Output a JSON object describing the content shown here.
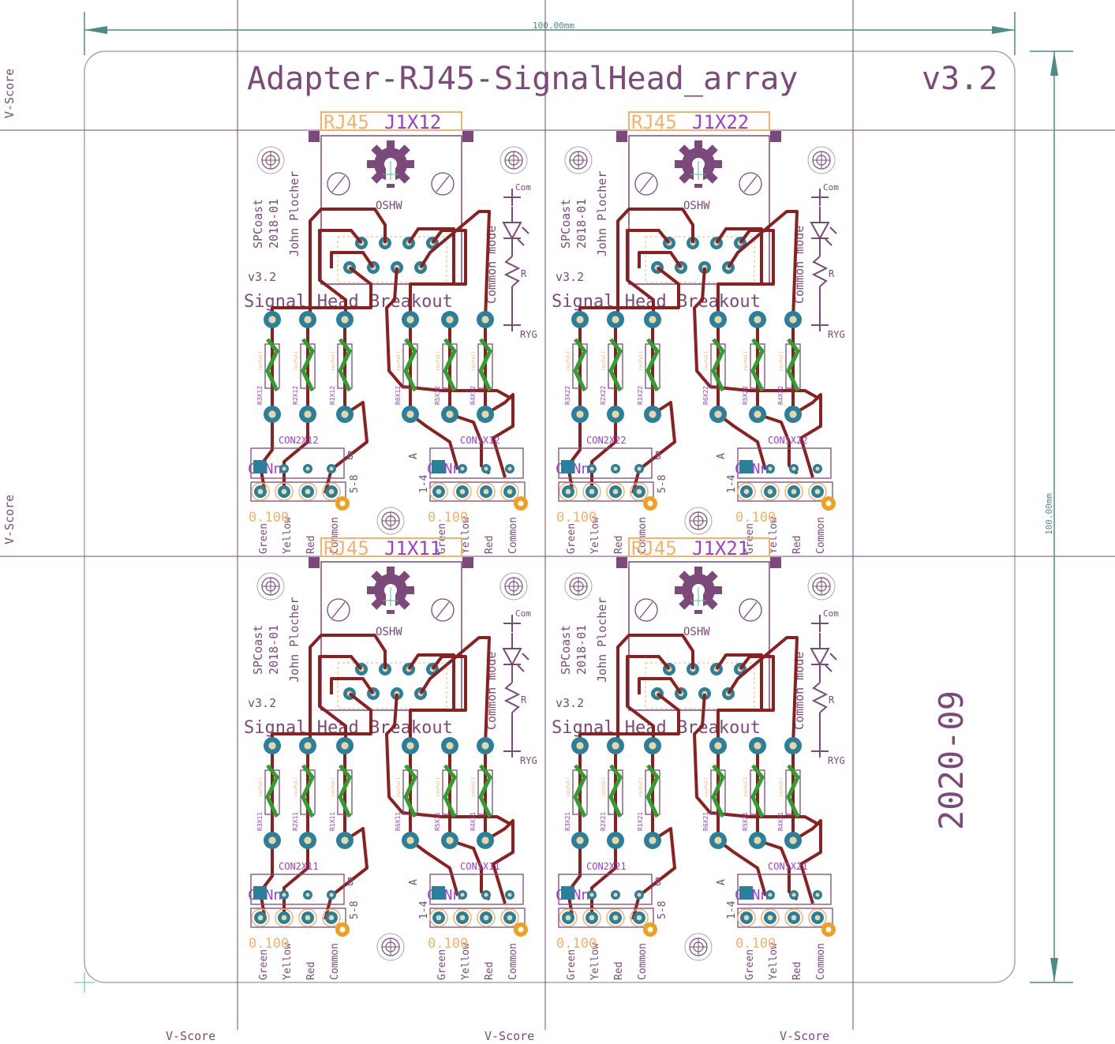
{
  "title": "Adapter-RJ45-SignalHead_array",
  "version": "v3.2",
  "date": "2020-09",
  "dim_horizontal": "100.00mm",
  "dim_vertical": "100.00mm",
  "vscore_label": "V-Score",
  "colors": {
    "outline": "#a8a8a8",
    "silk": "#7b4a7b",
    "trace": "#8b2020",
    "pad": "#2a7f9a",
    "part": "#9a3fcf",
    "ref": "#f7b16a",
    "dim": "#4f8a86",
    "green": "#2fa02f"
  },
  "tile": {
    "credit": [
      "SPCoast",
      "2018-01",
      "John Plocher"
    ],
    "version": "v3.2",
    "breakout": "Signal Head Breakout",
    "common_mode": "Common mode",
    "oshw": "OSHW",
    "rj45": "RJ45",
    "com": "Com",
    "r": "R",
    "ryg": "RYG",
    "con_ref": "CON",
    "pitch": "0.100",
    "group_b": "B",
    "group_a": "A",
    "range_58": "5-8",
    "range_14": "1-4",
    "wires": [
      "Green",
      "Yellow",
      "Red",
      "Common"
    ],
    "resistor_value": "rocPull"
  },
  "panels": [
    {
      "id": "12",
      "jack": "J1X12",
      "con_left": "CON2X12",
      "con_right": "CON1X12",
      "res": [
        "R3X12",
        "R2X12",
        "R1X12",
        "R6X12",
        "R5X12",
        "R4X12"
      ]
    },
    {
      "id": "22",
      "jack": "J1X22",
      "con_left": "CON2X22",
      "con_right": "CON1X22",
      "res": [
        "R3X22",
        "R2X22",
        "R1X22",
        "R6X22",
        "R5X22",
        "R4X22"
      ]
    },
    {
      "id": "11",
      "jack": "J1X11",
      "con_left": "CON2X11",
      "con_right": "CON1X11",
      "res": [
        "R3X11",
        "R2X11",
        "R1X11",
        "R6X11",
        "R5X11",
        "R4X11"
      ]
    },
    {
      "id": "21",
      "jack": "J1X21",
      "con_left": "CON2X21",
      "con_right": "CON1X21",
      "res": [
        "R3X21",
        "R2X21",
        "R1X21",
        "R6X21",
        "R5X21",
        "R4X21"
      ]
    }
  ]
}
